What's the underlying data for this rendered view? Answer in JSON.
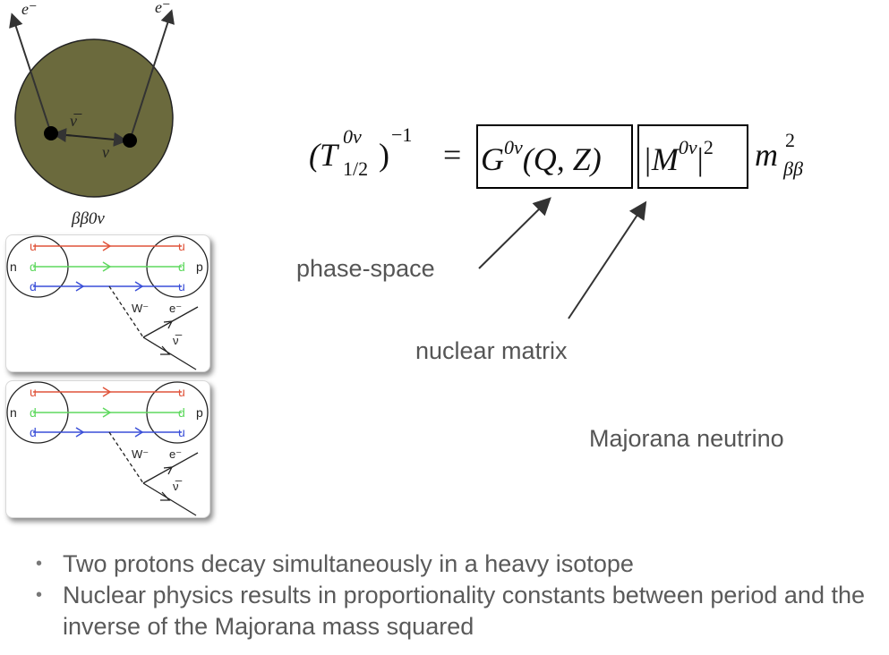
{
  "decay_blob": {
    "electron_left": "e⁻",
    "electron_right": "e⁻",
    "antineutrino": "ν̅",
    "neutrino": "ν",
    "caption": "ββ0ν",
    "fill_color": "#6b6a3d"
  },
  "feynman_diagrams": [
    {
      "quarks_left": [
        "u",
        "d",
        "d"
      ],
      "quarks_right": [
        "u",
        "d",
        "u"
      ],
      "nucleon_left": "n",
      "nucleon_right": "p",
      "boson": "W⁻",
      "electron": "e⁻",
      "antineutrino": "ν̅"
    },
    {
      "quarks_left": [
        "u",
        "d",
        "d"
      ],
      "quarks_right": [
        "u",
        "d",
        "u"
      ],
      "nucleon_left": "n",
      "nucleon_right": "p",
      "boson": "W⁻",
      "electron": "e⁻",
      "antineutrino": "ν̅"
    }
  ],
  "quark_colors": [
    "#e0533a",
    "#5ed85e",
    "#3a4fd8"
  ],
  "equation": {
    "lhs": "(T",
    "lhs_sup": "0ν",
    "lhs_sub": "1/2",
    "lhs_close": ")",
    "lhs_exp": "−1",
    "equals": "=",
    "phase_space_factor": "G",
    "phase_space_sup": "0ν",
    "phase_space_args": "(Q, Z)",
    "matrix_element": "|M",
    "matrix_sup": "0ν",
    "matrix_close": "|",
    "matrix_exp": "2",
    "mass": "m",
    "mass_sup": "2",
    "mass_sub": "ββ"
  },
  "labels": {
    "phase_space": "phase-space",
    "nuclear_matrix": "nuclear matrix",
    "majorana": "Majorana neutrino"
  },
  "bullets": [
    "Two protons decay simultaneously in a heavy isotope",
    "Nuclear physics results in proportionality constants between period and the inverse of the Majorana mass squared"
  ]
}
